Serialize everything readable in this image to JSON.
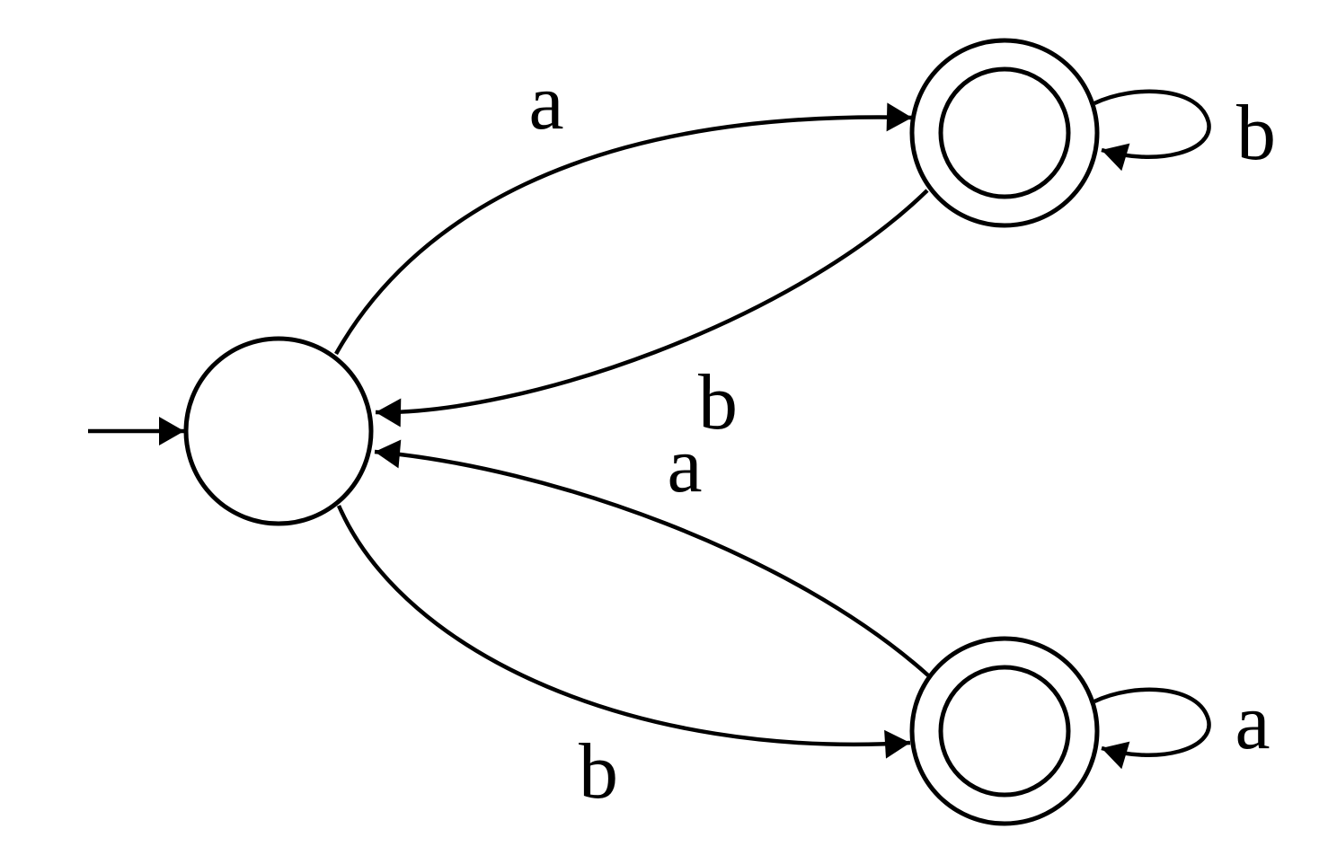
{
  "diagram": {
    "type": "finite-automaton",
    "background_color": "#ffffff",
    "ink_color": "#000000",
    "alphabet": [
      "a",
      "b"
    ],
    "states": [
      {
        "name": "initial-state",
        "shape": "circle",
        "initial": true,
        "accepting": false
      },
      {
        "name": "top-accepting-state",
        "shape": "double-circle",
        "initial": false,
        "accepting": true
      },
      {
        "name": "bottom-accepting-state",
        "shape": "double-circle",
        "initial": false,
        "accepting": true
      }
    ],
    "transitions": [
      {
        "from": "initial-state",
        "to": "top-accepting-state",
        "label": "a",
        "kind": "curve"
      },
      {
        "from": "top-accepting-state",
        "to": "initial-state",
        "label": "b",
        "kind": "curve"
      },
      {
        "from": "top-accepting-state",
        "to": "top-accepting-state",
        "label": "b",
        "kind": "self-loop"
      },
      {
        "from": "initial-state",
        "to": "bottom-accepting-state",
        "label": "b",
        "kind": "curve"
      },
      {
        "from": "bottom-accepting-state",
        "to": "initial-state",
        "label": "a",
        "kind": "curve"
      },
      {
        "from": "bottom-accepting-state",
        "to": "bottom-accepting-state",
        "label": "a",
        "kind": "self-loop"
      }
    ]
  }
}
